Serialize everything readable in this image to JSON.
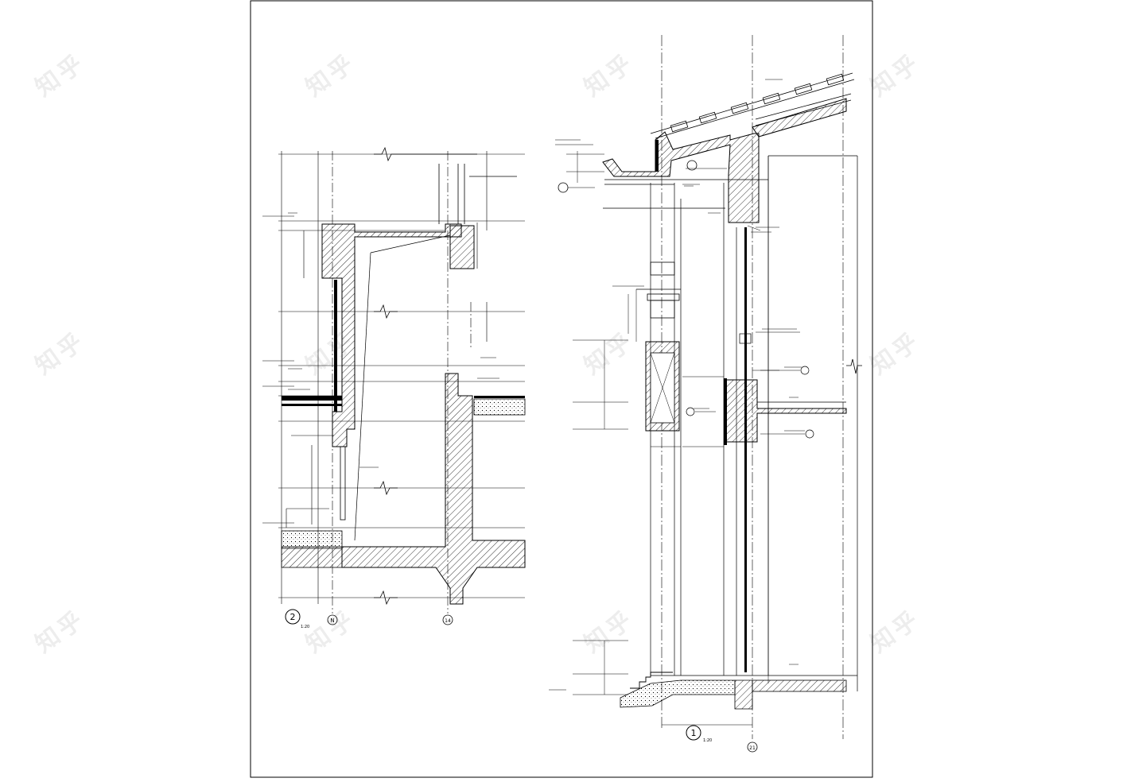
{
  "sheet": {
    "watermark_text": "知乎",
    "detail_left": {
      "number": "2",
      "scale": "1:20",
      "grid_left": "N",
      "grid_right": "14"
    },
    "detail_right": {
      "number": "1",
      "scale": "1:20",
      "grid": "21"
    }
  },
  "colors": {
    "line": "#000000",
    "paper": "#ffffff",
    "hatch": "#000000"
  }
}
